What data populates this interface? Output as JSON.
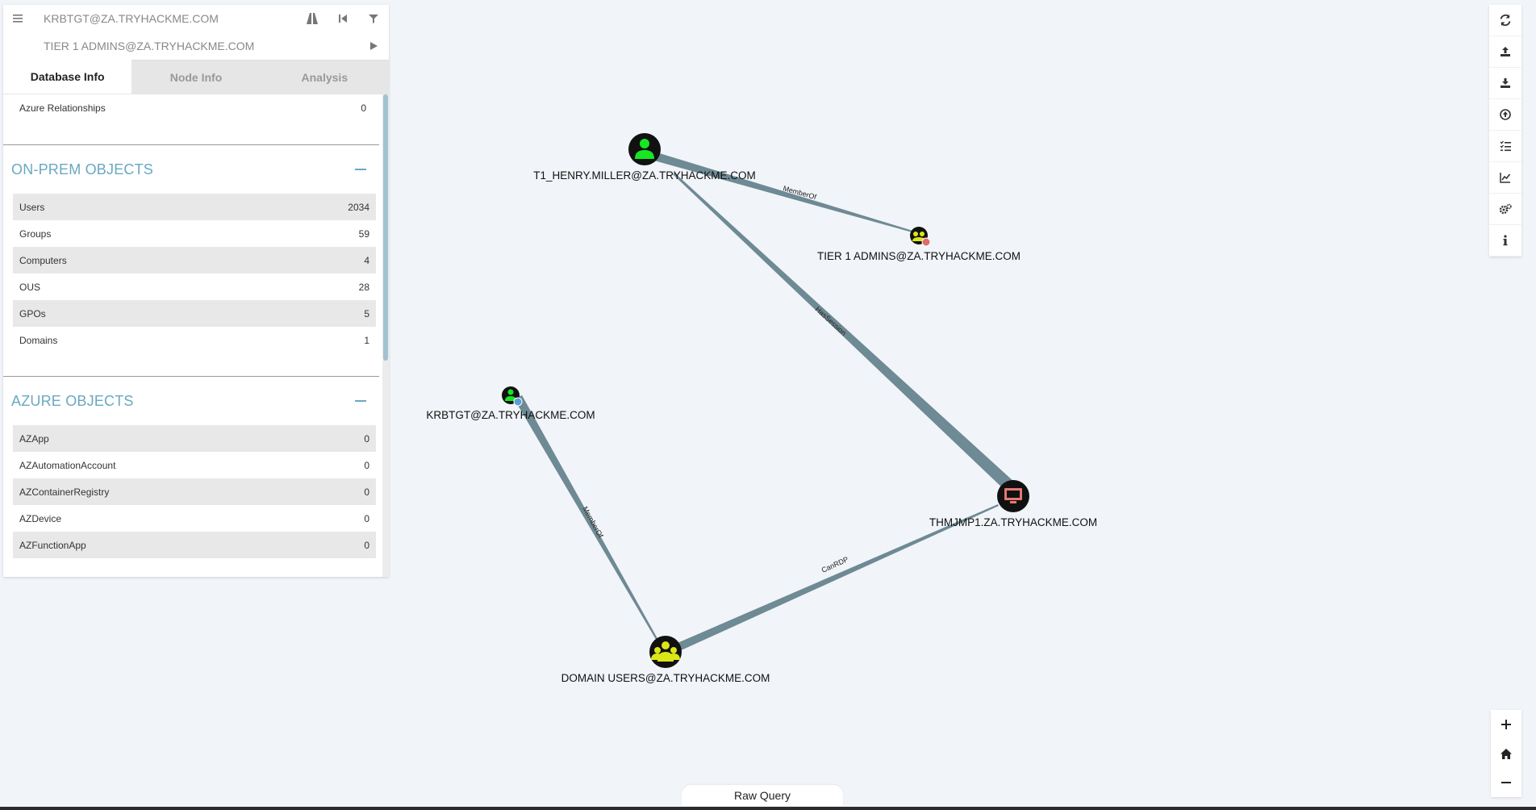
{
  "search": {
    "start_node": "KRBTGT@ZA.TRYHACKME.COM",
    "end_node": "TIER 1 ADMINS@ZA.TRYHACKME.COM"
  },
  "tabs": [
    {
      "label": "Database Info"
    },
    {
      "label": "Node Info"
    },
    {
      "label": "Analysis"
    }
  ],
  "db_info": {
    "azure_relationships": {
      "label": "Azure Relationships",
      "value": "0"
    },
    "onprem": {
      "title": "ON-PREM OBJECTS",
      "items": [
        {
          "label": "Users",
          "value": "2034"
        },
        {
          "label": "Groups",
          "value": "59"
        },
        {
          "label": "Computers",
          "value": "4"
        },
        {
          "label": "OUS",
          "value": "28"
        },
        {
          "label": "GPOs",
          "value": "5"
        },
        {
          "label": "Domains",
          "value": "1"
        }
      ]
    },
    "azure": {
      "title": "AZURE OBJECTS",
      "items": [
        {
          "label": "AZApp",
          "value": "0"
        },
        {
          "label": "AZAutomationAccount",
          "value": "0"
        },
        {
          "label": "AZContainerRegistry",
          "value": "0"
        },
        {
          "label": "AZDevice",
          "value": "0"
        },
        {
          "label": "AZFunctionApp",
          "value": "0"
        }
      ]
    }
  },
  "graph": {
    "nodes": {
      "henry": {
        "label": "T1_HENRY.MILLER@ZA.TRYHACKME.COM",
        "type": "user",
        "color": "#17e625"
      },
      "tier1": {
        "label": "TIER 1 ADMINS@ZA.TRYHACKME.COM",
        "type": "group",
        "color": "#dbe617"
      },
      "krbtgt": {
        "label": "KRBTGT@ZA.TRYHACKME.COM",
        "type": "user",
        "color": "#17e625"
      },
      "thmjmp1": {
        "label": "THMJMP1.ZA.TRYHACKME.COM",
        "type": "computer",
        "color": "#e67873"
      },
      "domain_users": {
        "label": "DOMAIN USERS@ZA.TRYHACKME.COM",
        "type": "group",
        "color": "#dbe617"
      }
    },
    "edges": {
      "memberof1": "MemberOf",
      "hassession": "HasSession",
      "memberof2": "MemberOf",
      "canrdp": "CanRDP"
    },
    "edge_color": "#6e8a94"
  },
  "raw_query": {
    "label": "Raw Query"
  }
}
